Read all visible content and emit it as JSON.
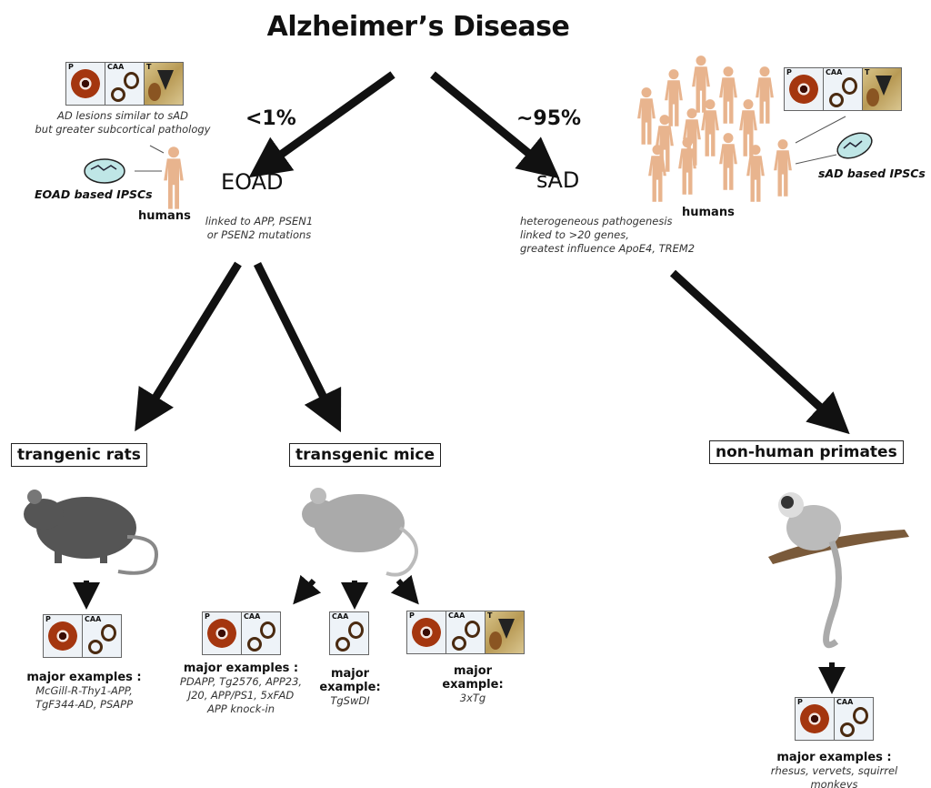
{
  "title": "Alzheimer’s Disease",
  "branches": {
    "eoad": {
      "percent": "<1%",
      "label": "EOAD",
      "desc": [
        "linked to APP, PSEN1",
        "or PSEN2 mutations"
      ]
    },
    "sad": {
      "percent": "~95%",
      "label": "sAD",
      "desc": [
        "heterogeneous pathogenesis",
        "linked to >20 genes,",
        "greatest influence ApoE4, TREM2"
      ]
    }
  },
  "eoad_humans": {
    "lesion_note": [
      "AD lesions similar to sAD",
      "but greater subcortical pathology"
    ],
    "ipsc_label": "EOAD based IPSCs",
    "humans_label": "humans"
  },
  "sad_humans": {
    "ipsc_label": "sAD based IPSCs",
    "humans_label": "humans"
  },
  "lesion_labels": {
    "plaque": "P",
    "caa": "CAA",
    "tangle": "T"
  },
  "models": {
    "rats": {
      "title": "trangenic rats",
      "examples_label": "major examples :",
      "examples": [
        "McGill-R-Thy1-APP,",
        "TgF344-AD, PSAPP"
      ]
    },
    "mice": {
      "title": "transgenic mice",
      "groups": [
        {
          "examples_label": "major examples :",
          "examples": [
            "PDAPP, Tg2576, APP23,",
            "J20, APP/PS1, 5xFAD",
            "APP knock-in"
          ]
        },
        {
          "examples_label": "major example:",
          "examples": [
            "TgSwDI"
          ]
        },
        {
          "examples_label": "major example:",
          "examples": [
            "3xTg"
          ]
        }
      ]
    },
    "primates": {
      "title": "non-human primates",
      "examples_label": "major examples :",
      "examples": [
        "rhesus, vervets, squirrel monkeys"
      ]
    }
  },
  "colors": {
    "skin": "#e8b48e",
    "arrow": "#111111",
    "plaque": "#a4360f"
  }
}
